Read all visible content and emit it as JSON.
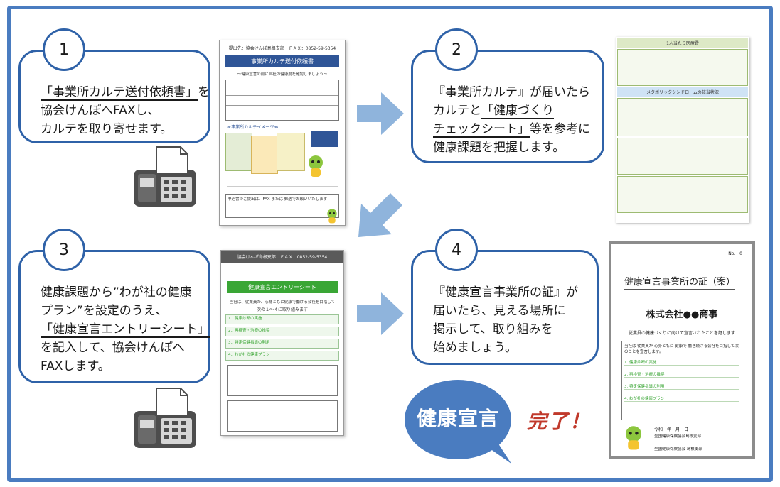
{
  "steps": [
    {
      "number": "1",
      "lines": [
        {
          "parts": [
            {
              "text": "「事業所カルテ送付依頼書」",
              "u": true
            },
            {
              "text": "を",
              "u": false
            }
          ]
        },
        {
          "parts": [
            {
              "text": "協会けんぽへFAXし、",
              "u": false
            }
          ]
        },
        {
          "parts": [
            {
              "text": "カルテを取り寄せます。",
              "u": false
            }
          ]
        }
      ]
    },
    {
      "number": "2",
      "lines": [
        {
          "parts": [
            {
              "text": "『事業所カルテ』が届いたら",
              "u": false
            }
          ]
        },
        {
          "parts": [
            {
              "text": "カルテと",
              "u": false
            },
            {
              "text": "「健康づくり",
              "u": true
            }
          ]
        },
        {
          "parts": [
            {
              "text": "チェックシート」",
              "u": true
            },
            {
              "text": "等を参考に",
              "u": false
            }
          ]
        },
        {
          "parts": [
            {
              "text": "健康課題を把握します。",
              "u": false
            }
          ]
        }
      ]
    },
    {
      "number": "3",
      "lines": [
        {
          "parts": [
            {
              "text": "健康課題から”わが社の健康",
              "u": false
            }
          ]
        },
        {
          "parts": [
            {
              "text": "プラン”を設定のうえ、",
              "u": false
            }
          ]
        },
        {
          "parts": [
            {
              "text": "「健康宣言エントリーシート」",
              "u": true
            }
          ]
        },
        {
          "parts": [
            {
              "text": "を記入して、協会けんぽへ",
              "u": false
            }
          ]
        },
        {
          "parts": [
            {
              "text": "FAXします。",
              "u": false
            }
          ]
        }
      ]
    },
    {
      "number": "4",
      "lines": [
        {
          "parts": [
            {
              "text": "『健康宣言事業所の証』が",
              "u": false
            }
          ]
        },
        {
          "parts": [
            {
              "text": "届いたら、見える場所に",
              "u": false
            }
          ]
        },
        {
          "parts": [
            {
              "text": "掲示して、取り組みを",
              "u": false
            }
          ]
        },
        {
          "parts": [
            {
              "text": "始めましょう。",
              "u": false
            }
          ]
        }
      ]
    }
  ],
  "doc1": {
    "fax_line": "提出先：協会けんぽ島根支部　ＦＡＸ：0852-59-5354",
    "title": "事業所カルテ送付依頼書",
    "subtitle": "～健康宣言の前に自社の健康度を確認しましょう～",
    "image_label": "≪事業所カルテイメージ≫",
    "footer": "申込書のご提出は、FAX または 郵送でお願いいたします"
  },
  "doc3": {
    "fax_line": "協会けんぽ島根支部　ＦＡＸ：0852-59-5354",
    "title": "健康宣言エントリーシート",
    "pledge": "当社は、従業員が、心身ともに健康で働ける会社を目指して",
    "pledge_highlight": "次の１～４に取り組みます",
    "items": [
      "1．健康診断の実施",
      "2．再検査・治療の推奨",
      "3．特定保健指導の利用",
      "4．わが社の健康プラン"
    ]
  },
  "doc2": {
    "title1": "1人当たり医療費",
    "title2": "メタボリックシンドロームの該当状況"
  },
  "certificate": {
    "number": "No.　0",
    "title": "健康宣言事業所の証（案）",
    "company": "株式会社●●商事",
    "statement": "従業員の健康づくりに向けて宣言されたことを証します",
    "inner_text": "当社は 従業員が 心身ともに 健康で 働き続ける会社を目指して次のことを宣言します。",
    "items": [
      "1. 健康診断の実施",
      "2. 再検査・治療の推奨",
      "3. 特定保健指導の利用",
      "4. わが社の健康プラン"
    ],
    "date": "令和　年　月　日",
    "issuer1": "全国健康保険協会島根支部",
    "issuer2": "全国健康保険協会 島根支部"
  },
  "bubble": {
    "text": "健康宣言",
    "done": "完了！"
  },
  "colors": {
    "frame": "#4a7cc0",
    "box_border": "#2f62a8",
    "arrow": "#8fb4dc",
    "bubble": "#4a7cc0",
    "done": "#c0392b",
    "green": "#3aa635"
  }
}
